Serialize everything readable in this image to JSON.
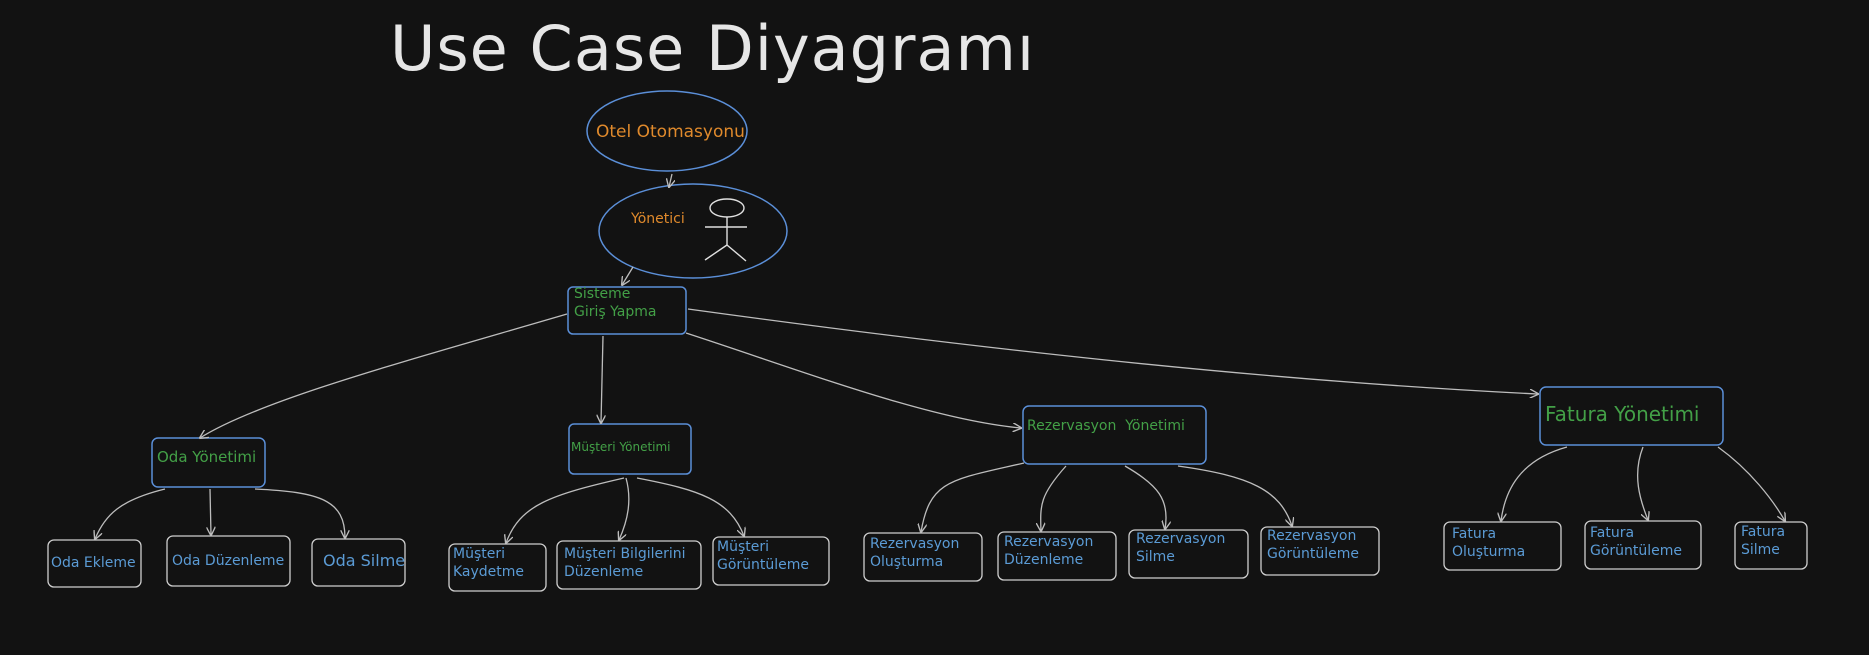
{
  "title": "Use Case Diyagramı",
  "system": "Otel Otomasyonu",
  "actor": "Yönetici",
  "login": "Sisteme\nGiriş Yapma",
  "modules": {
    "oda": "Oda Yönetimi",
    "musteri": "Müşteri Yönetimi",
    "rezervasyon": "Rezervasyon  Yönetimi",
    "fatura": "Fatura Yönetimi"
  },
  "leaves": {
    "oda_ekleme": "Oda Ekleme",
    "oda_duzenleme": "Oda Düzenleme",
    "oda_silme": "Oda Silme",
    "musteri_kaydetme": "Müşteri\nKaydetme",
    "musteri_bilgileri_duzenleme": "Müşteri Bilgilerini\nDüzenleme",
    "musteri_goruntuleme": "Müşteri\nGörüntüleme",
    "rez_olusturma": "Rezervasyon\nOluşturma",
    "rez_duzenleme": "Rezervasyon\nDüzenleme",
    "rez_silme": "Rezervasyon\nSilme",
    "rez_goruntuleme": "Rezervasyon\nGörüntüleme",
    "fatura_olusturma": "Fatura\nOluşturma",
    "fatura_goruntuleme": "Fatura\nGörüntüleme",
    "fatura_silme": "Fatura\nSilme"
  },
  "colors": {
    "background": "#121212",
    "box_stroke": "#5b8fd8",
    "leaf_stroke": "#cfcfcf",
    "arrow": "#bdbdbd",
    "system_text": "#e08a2c",
    "module_text": "#43a047",
    "leaf_text": "#5b9bd5"
  }
}
